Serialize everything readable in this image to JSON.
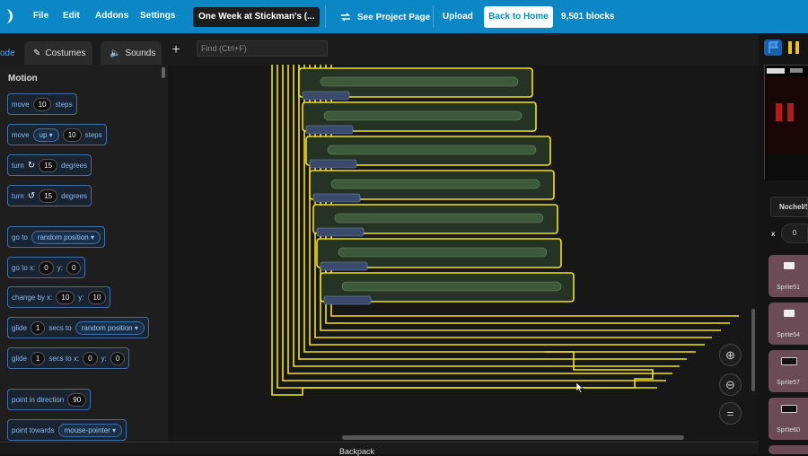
{
  "menubar": {
    "file": "File",
    "edit": "Edit",
    "addons": "Addons",
    "settings": "Settings",
    "project_title": "One Week at Stickman's (...",
    "see_project": "See Project Page",
    "upload": "Upload",
    "back_home": "Back to Home",
    "block_count": "9,501 blocks"
  },
  "tabs": {
    "code": "ode",
    "costumes": "Costumes",
    "sounds": "Sounds",
    "add": "+"
  },
  "find": {
    "placeholder": "Find (Ctrl+F)"
  },
  "palette": {
    "category": "Motion",
    "blocks": [
      {
        "parts": [
          "move",
          "10",
          "steps"
        ]
      },
      {
        "parts": [
          "move",
          "up",
          "10",
          "steps"
        ]
      },
      {
        "parts": [
          "turn",
          "15",
          "degrees"
        ]
      },
      {
        "parts": [
          "turn",
          "15",
          "degrees"
        ]
      },
      {
        "parts": [
          "go to",
          "random position"
        ]
      },
      {
        "parts": [
          "go to x:",
          "0",
          "y:",
          "0"
        ]
      },
      {
        "parts": [
          "change by x:",
          "10",
          "y:",
          "10"
        ]
      },
      {
        "parts": [
          "glide",
          "1",
          "secs to",
          "random position"
        ]
      },
      {
        "parts": [
          "glide",
          "1",
          "secs to x:",
          "0",
          "y:",
          "0"
        ]
      },
      {
        "parts": [
          "point in direction",
          "90"
        ]
      },
      {
        "parts": [
          "point towards",
          "mouse-pointer"
        ]
      }
    ]
  },
  "backpack": {
    "label": "Backpack"
  },
  "stage": {
    "sprite_name": "Nochel/S",
    "x_label": "x",
    "x_value": "0",
    "sprites": [
      "Sprite51",
      "Sprite54",
      "Sprite57",
      "Sprite60"
    ]
  },
  "colors": {
    "accent": "#0a87c4",
    "block_outline": "#f2e21c",
    "motion": "#3f6fa6"
  }
}
